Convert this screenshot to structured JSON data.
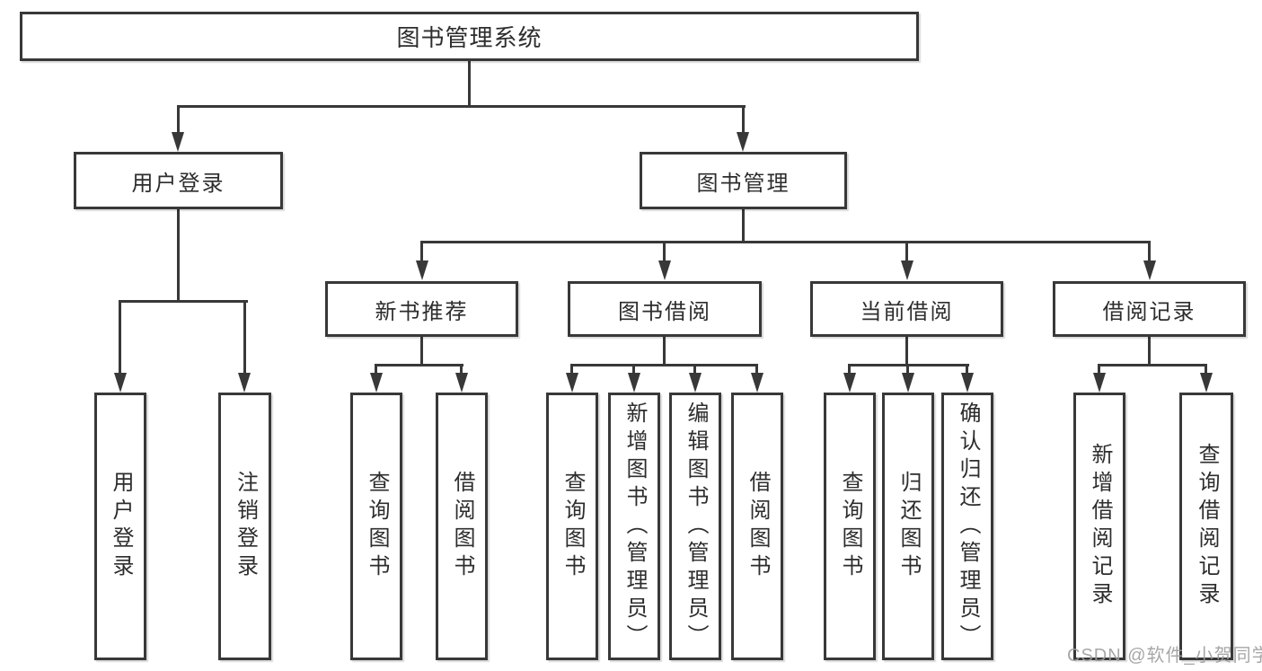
{
  "diagram_type": "org-tree",
  "tree": {
    "root": {
      "label": "图书管理系统",
      "children": [
        {
          "label": "用户登录",
          "children": [
            {
              "label": "用户登录"
            },
            {
              "label": "注销登录"
            }
          ]
        },
        {
          "label": "图书管理",
          "children": [
            {
              "label": "新书推荐",
              "children": [
                {
                  "label": "查询图书"
                },
                {
                  "label": "借阅图书"
                }
              ]
            },
            {
              "label": "图书借阅",
              "children": [
                {
                  "label": "查询图书"
                },
                {
                  "label": "新增图书（管理员）"
                },
                {
                  "label": "编辑图书（管理员）"
                },
                {
                  "label": "借阅图书"
                }
              ]
            },
            {
              "label": "当前借阅",
              "children": [
                {
                  "label": "查询图书"
                },
                {
                  "label": "归还图书"
                },
                {
                  "label": "确认归还（管理员）"
                }
              ]
            },
            {
              "label": "借阅记录",
              "children": [
                {
                  "label": "新增借阅记录"
                },
                {
                  "label": "查询借阅记录"
                }
              ]
            }
          ]
        }
      ]
    }
  },
  "watermark": "CSDN @软件_小贺同学",
  "colors": {
    "line": "#383838",
    "box_border": "#383838",
    "box_background": "#ffffff",
    "text": "#2d2d2d",
    "watermark": "#9e9e9e"
  }
}
